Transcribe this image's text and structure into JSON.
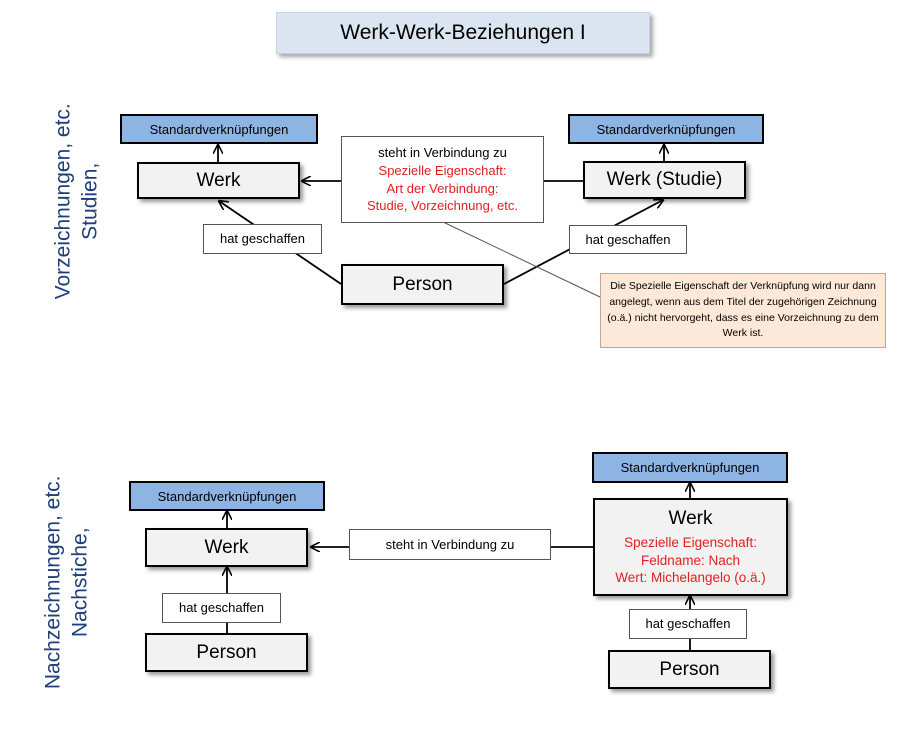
{
  "title": "Werk-Werk-Beziehungen I",
  "top": {
    "side_line1": "Studien,",
    "side_line2": "Vorzeichnungen,  etc.",
    "left_std": "Standardverknüpfungen",
    "left_werk": "Werk",
    "right_std": "Standardverknüpfungen",
    "right_werk": "Werk (Studie)",
    "person": "Person",
    "left_created": "hat geschaffen",
    "right_created": "hat geschaffen",
    "relation_line1": "steht in Verbindung zu",
    "relation_line2": "Spezielle Eigenschaft:",
    "relation_line3": "Art der Verbindung:",
    "relation_line4": "Studie, Vorzeichnung, etc.",
    "note_text": "Die Spezielle Eigenschaft der Verknüpfung wird nur dann angelegt, wenn aus dem Titel der zugehörigen Zeichnung (o.ä.) nicht hervorgeht, dass es eine Vorzeichnung zu dem Werk ist."
  },
  "bottom": {
    "side_line1": "Nachstiche,",
    "side_line2": "Nachzeichnungen,  etc.",
    "left_std": "Standardverknüpfungen",
    "left_werk": "Werk",
    "left_created": "hat geschaffen",
    "left_person": "Person",
    "relation": "steht in Verbindung zu",
    "right_std": "Standardverknüpfungen",
    "right_werk": "Werk",
    "right_prop1": "Spezielle Eigenschaft:",
    "right_prop2": "Feldname: Nach",
    "right_prop3": "Wert: Michelangelo (o.ä.)",
    "right_created": "hat geschaffen",
    "right_person": "Person"
  },
  "colors": {
    "std_box": "#8eb4e3",
    "node_box": "#f2f2f2",
    "property_text": "#e02020",
    "note_bg": "#fde9d9",
    "side_label": "#1f3f7a",
    "title_bg": "#dbe5f1"
  }
}
